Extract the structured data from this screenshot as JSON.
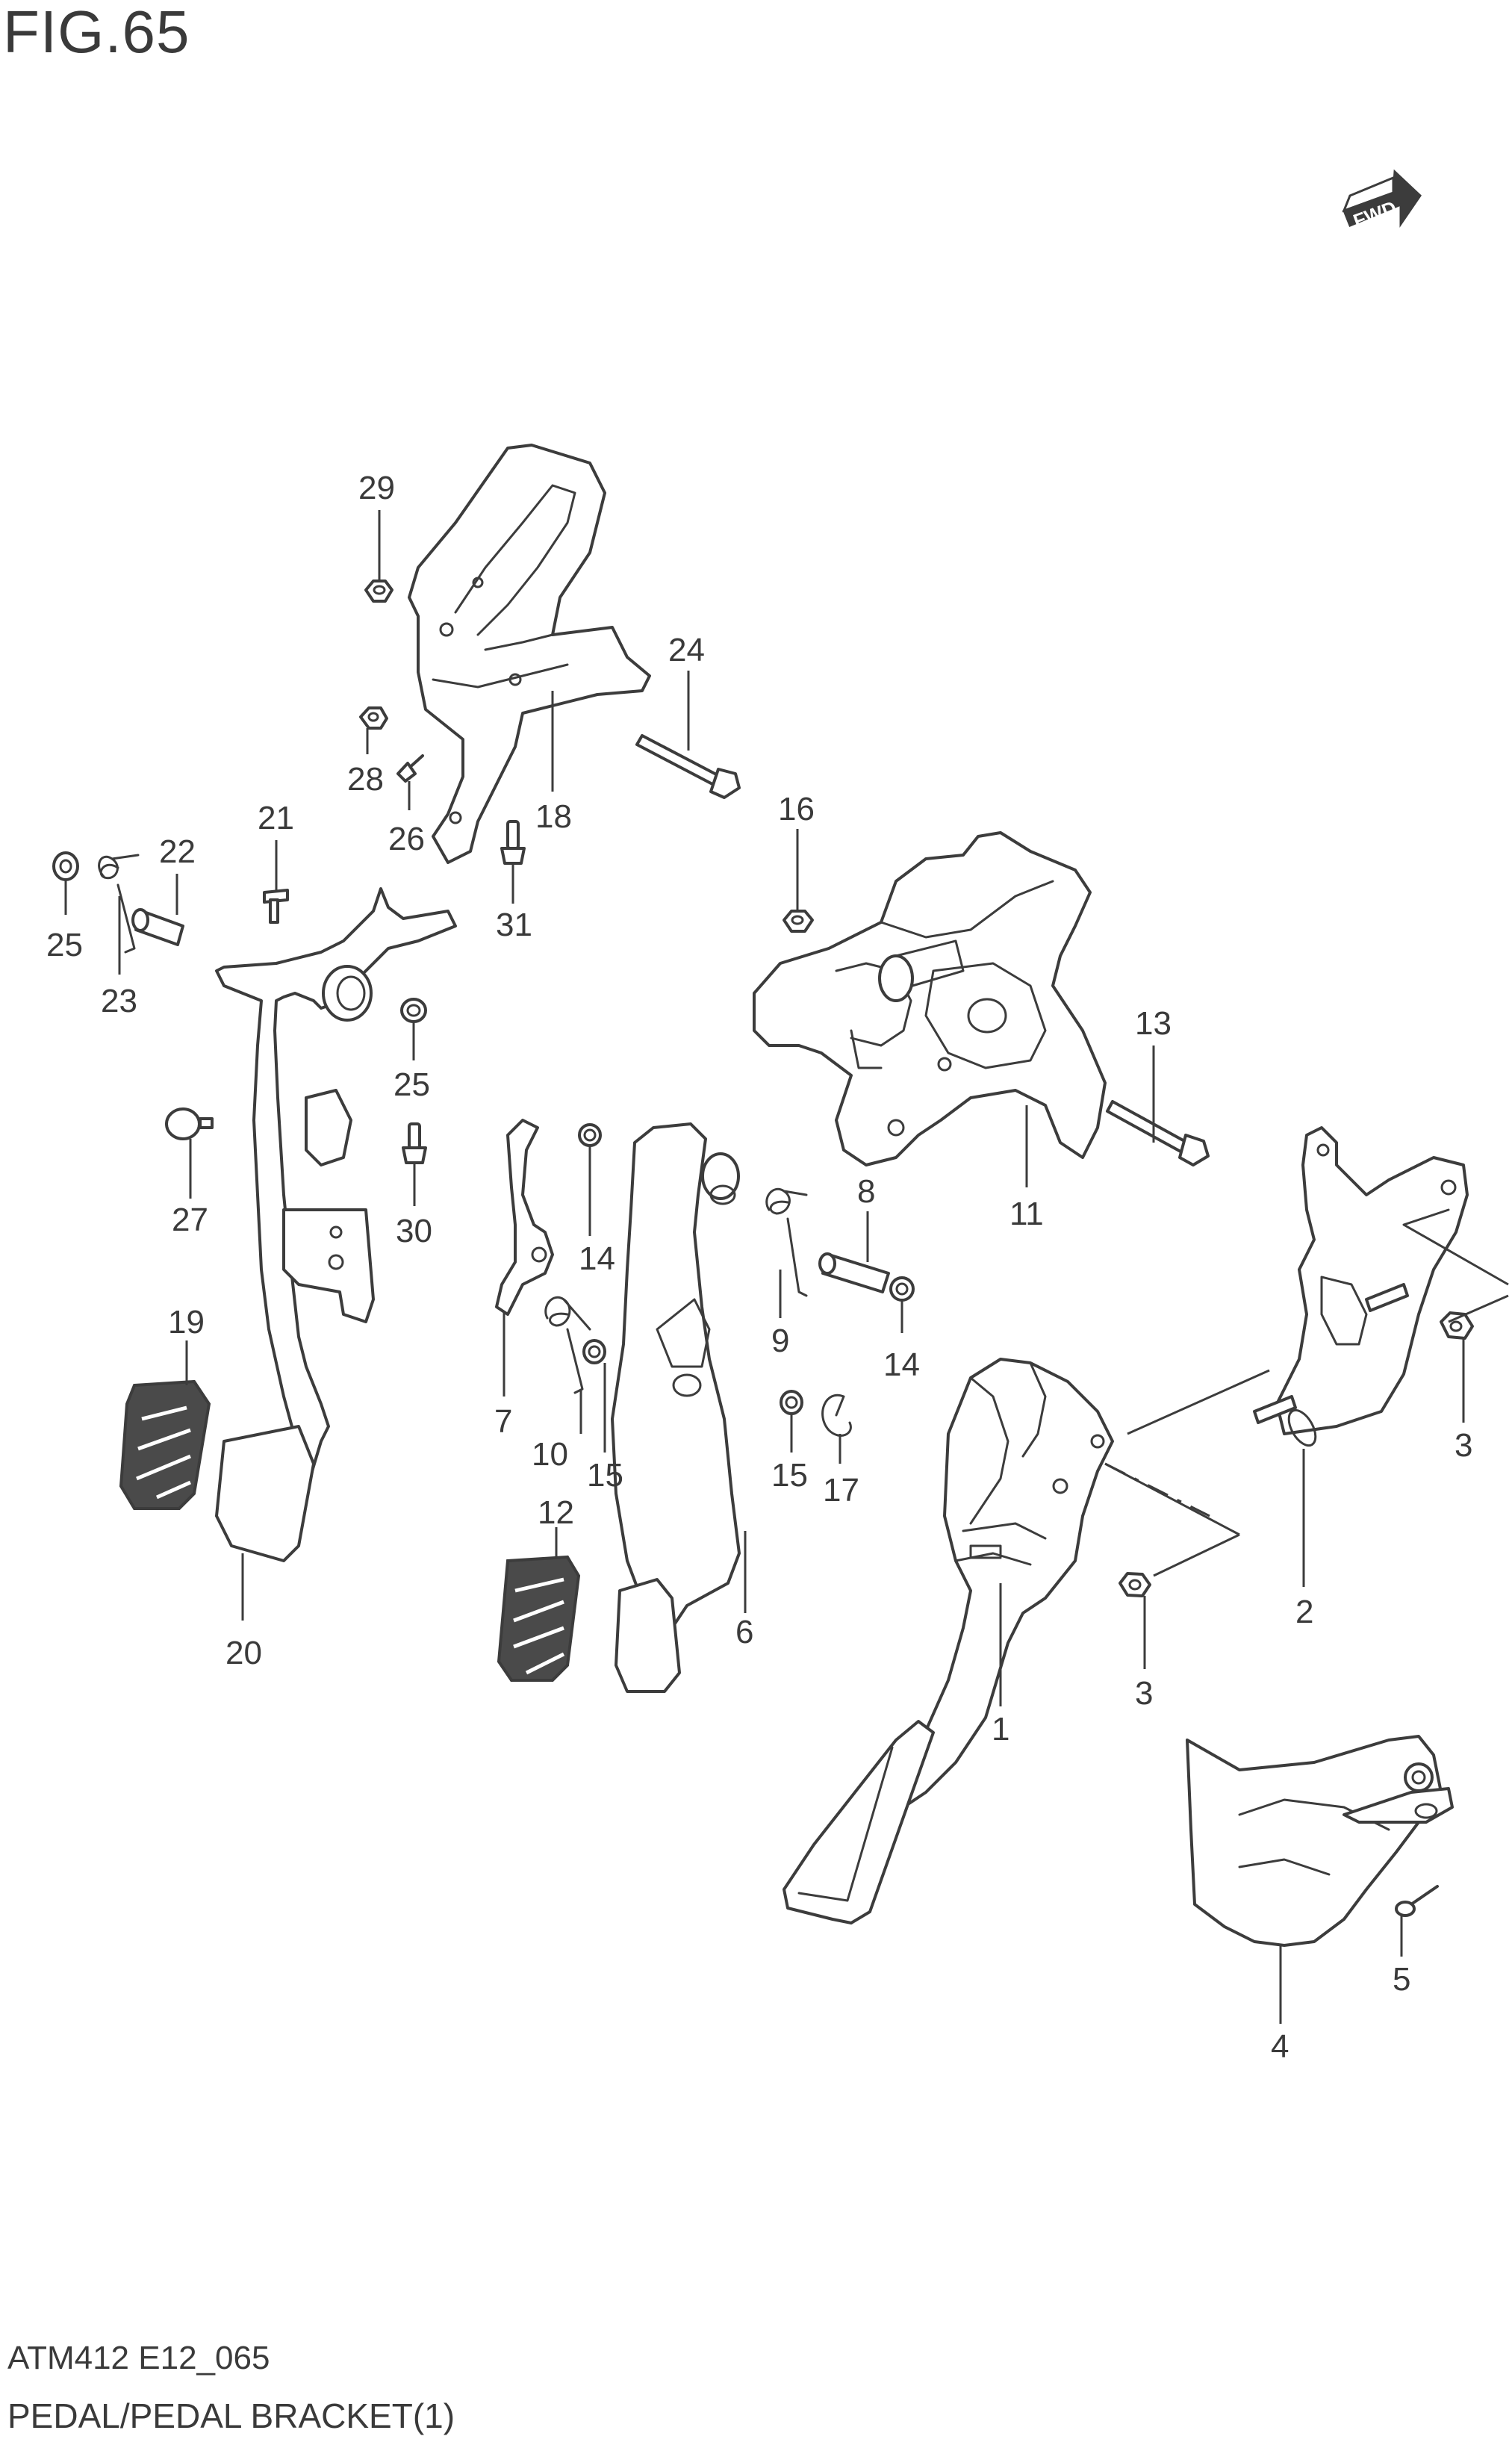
{
  "figure": {
    "title": "FIG.65",
    "code": "ATM412 E12_065",
    "caption": "PEDAL/PEDAL BRACKET(1)",
    "fwd_label": "FWD"
  },
  "callouts": [
    {
      "id": "c29",
      "label": "29"
    },
    {
      "id": "c24",
      "label": "24"
    },
    {
      "id": "c28",
      "label": "28"
    },
    {
      "id": "c26",
      "label": "26"
    },
    {
      "id": "c18",
      "label": "18"
    },
    {
      "id": "c21",
      "label": "21"
    },
    {
      "id": "c22",
      "label": "22"
    },
    {
      "id": "c25a",
      "label": "25"
    },
    {
      "id": "c23",
      "label": "23"
    },
    {
      "id": "c31",
      "label": "31"
    },
    {
      "id": "c16",
      "label": "16"
    },
    {
      "id": "c25b",
      "label": "25"
    },
    {
      "id": "c13",
      "label": "13"
    },
    {
      "id": "c27",
      "label": "27"
    },
    {
      "id": "c30",
      "label": "30"
    },
    {
      "id": "c14a",
      "label": "14"
    },
    {
      "id": "c8",
      "label": "8"
    },
    {
      "id": "c11",
      "label": "11"
    },
    {
      "id": "c19",
      "label": "19"
    },
    {
      "id": "c9",
      "label": "9"
    },
    {
      "id": "c14b",
      "label": "14"
    },
    {
      "id": "c7",
      "label": "7"
    },
    {
      "id": "c10",
      "label": "10"
    },
    {
      "id": "c15a",
      "label": "15"
    },
    {
      "id": "c15b",
      "label": "15"
    },
    {
      "id": "c17",
      "label": "17"
    },
    {
      "id": "c3a",
      "label": "3"
    },
    {
      "id": "c12",
      "label": "12"
    },
    {
      "id": "c2",
      "label": "2"
    },
    {
      "id": "c20",
      "label": "20"
    },
    {
      "id": "c6",
      "label": "6"
    },
    {
      "id": "c3b",
      "label": "3"
    },
    {
      "id": "c1",
      "label": "1"
    },
    {
      "id": "c5",
      "label": "5"
    },
    {
      "id": "c4",
      "label": "4"
    }
  ]
}
